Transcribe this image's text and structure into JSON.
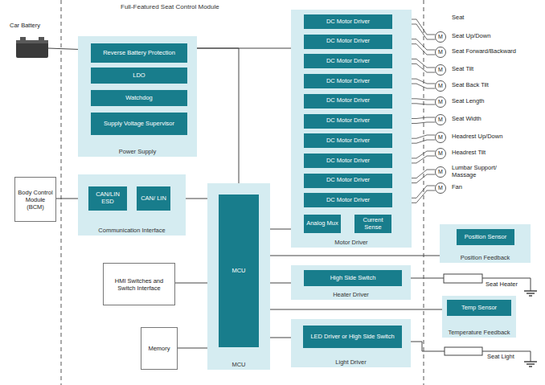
{
  "diagram": {
    "title": "Full-Featured Seat Control Module",
    "nodes": [
      {
        "text": [
          "Power Supply"
        ]
      },
      {
        "text": [
          "Reverse Battery Protection"
        ],
        "in": 0
      },
      {
        "text": [
          "LDO"
        ],
        "in": 0
      },
      {
        "text": [
          "Watchdog"
        ],
        "in": 0
      },
      {
        "text": [
          "Supply Voltage Supervisor"
        ],
        "in": 0
      },
      {
        "text": [
          "Motor Driver"
        ]
      },
      {
        "text": [
          "DC Motor Driver"
        ],
        "in": 5
      },
      {
        "text": [
          "DC Motor Driver"
        ],
        "in": 5
      },
      {
        "text": [
          "DC Motor Driver"
        ],
        "in": 5
      },
      {
        "text": [
          "DC Motor Driver"
        ],
        "in": 5
      },
      {
        "text": [
          "DC Motor Driver"
        ],
        "in": 5
      },
      {
        "text": [
          "DC Motor Driver"
        ],
        "in": 5
      },
      {
        "text": [
          "DC Motor Driver"
        ],
        "in": 5
      },
      {
        "text": [
          "DC Motor Driver"
        ],
        "in": 5
      },
      {
        "text": [
          "DC Motor Driver"
        ],
        "in": 5
      },
      {
        "text": [
          "DC Motor Driver"
        ],
        "in": 5
      },
      {
        "text": [
          "Analog Mux"
        ],
        "in": 5
      },
      {
        "text": [
          "Current Sense"
        ],
        "in": 5
      },
      {
        "text": [
          "Body Control Module (BCM)"
        ]
      },
      {
        "text": [
          "Communication Interface"
        ]
      },
      {
        "text": [
          "CAN/LIN ESD"
        ],
        "in": 19
      },
      {
        "text": [
          "CAN/ LIN"
        ],
        "in": 19
      },
      {
        "text": [
          "MCU"
        ]
      },
      {
        "text": [
          "MCU"
        ],
        "in": 22
      },
      {
        "text": [
          "HMI Switches and Switch Interface"
        ]
      },
      {
        "text": [
          "Position Feedback"
        ]
      },
      {
        "text": [
          "Position Sensor"
        ],
        "in": 25
      },
      {
        "text": [
          "Heater Driver"
        ]
      },
      {
        "text": [
          "High Side Switch"
        ],
        "in": 27
      },
      {
        "text": [
          "Temperature Feedback"
        ]
      },
      {
        "text": [
          "Temp Sensor"
        ],
        "in": 29
      },
      {
        "text": [
          "Memory"
        ]
      },
      {
        "text": [
          "Light Driver"
        ]
      },
      {
        "text": [
          "LED Driver or High Side Switch"
        ],
        "in": 32
      }
    ],
    "edges": [
      {
        "from": 0,
        "to": 5,
        "arrow": "none"
      },
      {
        "from": 0,
        "to": 22,
        "arrow": "none"
      },
      {
        "from": 18,
        "to": 19,
        "arrow": "none"
      },
      {
        "from": 21,
        "to": 22,
        "arrow": "none"
      },
      {
        "from": 24,
        "to": 22,
        "arrow": "none"
      },
      {
        "from": 31,
        "to": 22,
        "arrow": "none"
      },
      {
        "from": 22,
        "to": 5,
        "arrow": "none"
      },
      {
        "from": 22,
        "to": 25,
        "arrow": "none"
      },
      {
        "from": 22,
        "to": 27,
        "arrow": "none"
      },
      {
        "from": 22,
        "to": 29,
        "arrow": "none"
      },
      {
        "from": 22,
        "to": 32,
        "arrow": "none"
      }
    ],
    "labels": [
      "Car Battery",
      "Seat",
      "Seat Up/Down",
      "Seat Forward/Backward",
      "Seat Tilt",
      "Seat Back Tilt",
      "Seat Length",
      "Seat Width",
      "Headrest Up/Down",
      "Headrest Tilt",
      "Lumbar Support/ Massage",
      "Fan",
      "M",
      "M",
      "M",
      "M",
      "M",
      "M",
      "M",
      "M",
      "M",
      "M",
      "Seat Heater",
      "Seat Light"
    ]
  }
}
